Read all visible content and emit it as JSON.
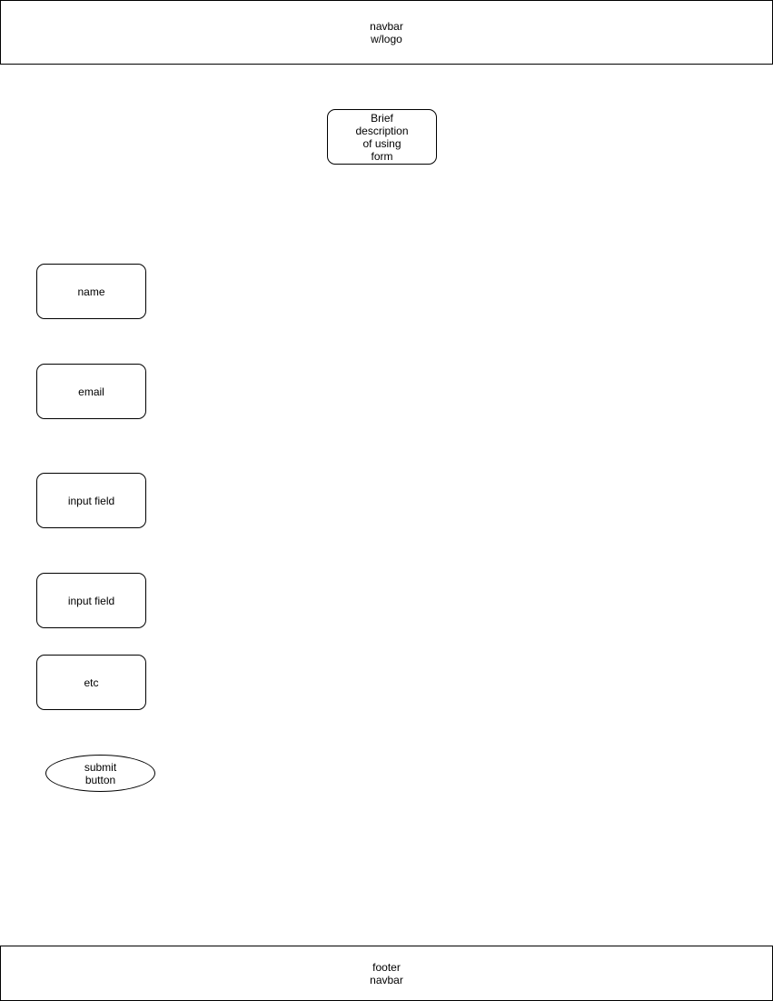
{
  "navbar": {
    "label": "navbar\nw/logo"
  },
  "description": {
    "label": "Brief\ndescription\nof using\nform"
  },
  "fields": {
    "name": "name",
    "email": "email",
    "input_1": "input field",
    "input_2": "input field",
    "etc": "etc"
  },
  "submit": {
    "label": "submit\nbutton"
  },
  "footer": {
    "label": "footer\nnavbar"
  }
}
